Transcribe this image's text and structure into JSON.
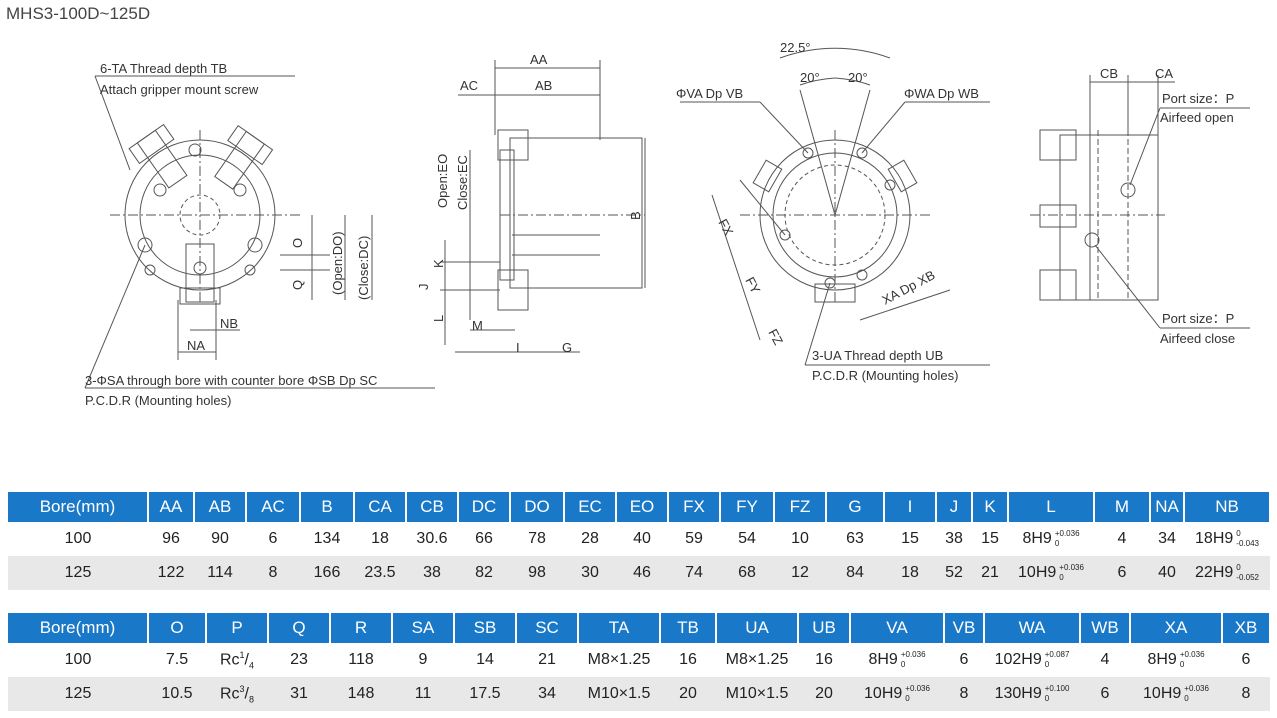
{
  "title": "MHS3-100D~125D",
  "drawing": {
    "front_view": {
      "label_ta": "6-TA Thread depth TB",
      "label_attach": "Attach gripper mount screw",
      "label_sa": "3-ΦSA through bore with counter bore ΦSB Dp SC",
      "label_pcdr": "P.C.D.R (Mounting holes)",
      "dim_o": "O",
      "dim_q": "Q",
      "dim_do": "(Open:DO)",
      "dim_dc": "(Close:DC)",
      "dim_nb": "NB",
      "dim_na": "NA"
    },
    "side_view": {
      "dim_aa": "AA",
      "dim_ab": "AB",
      "dim_ac": "AC",
      "dim_eo": "Open:EO",
      "dim_ec": "Close:EC",
      "dim_b": "B",
      "dim_k": "K",
      "dim_j": "J",
      "dim_l": "L",
      "dim_m": "M",
      "dim_i": "I",
      "dim_g": "G"
    },
    "rear_view": {
      "dim_225": "22.5°",
      "dim_20a": "20°",
      "dim_20b": "20°",
      "label_va": "ΦVA Dp VB",
      "label_wa": "ΦWA Dp WB",
      "dim_fx": "FX",
      "dim_fy": "FY",
      "dim_fz": "FZ",
      "label_xa": "XA Dp XB",
      "label_ua": "3-UA Thread depth UB",
      "label_pcdr": "P.C.D.R (Mounting holes)"
    },
    "port_view": {
      "dim_cb": "CB",
      "dim_ca": "CA",
      "port_open_1": "Port size：P",
      "port_open_2": "Airfeed open",
      "port_close_1": "Port size：P",
      "port_close_2": "Airfeed close"
    }
  },
  "table1": {
    "headers": [
      "Bore(mm)",
      "AA",
      "AB",
      "AC",
      "B",
      "CA",
      "CB",
      "DC",
      "DO",
      "EC",
      "EO",
      "FX",
      "FY",
      "FZ",
      "G",
      "I",
      "J",
      "K",
      "L",
      "M",
      "NA",
      "NB"
    ],
    "rows": [
      {
        "bore": "100",
        "aa": "96",
        "ab": "90",
        "ac": "6",
        "b": "134",
        "ca": "18",
        "cb": "30.6",
        "dc": "66",
        "do": "78",
        "ec": "28",
        "eo": "40",
        "fx": "59",
        "fy": "54",
        "fz": "10",
        "g": "63",
        "i": "15",
        "j": "38",
        "k": "15",
        "l": "8H9",
        "l_up": "+0.036",
        "l_lo": "0",
        "m": "4",
        "na": "34",
        "nb": "18H9",
        "nb_up": "0",
        "nb_lo": "-0.043"
      },
      {
        "bore": "125",
        "aa": "122",
        "ab": "114",
        "ac": "8",
        "b": "166",
        "ca": "23.5",
        "cb": "38",
        "dc": "82",
        "do": "98",
        "ec": "30",
        "eo": "46",
        "fx": "74",
        "fy": "68",
        "fz": "12",
        "g": "84",
        "i": "18",
        "j": "52",
        "k": "21",
        "l": "10H9",
        "l_up": "+0.036",
        "l_lo": "0",
        "m": "6",
        "na": "40",
        "nb": "22H9",
        "nb_up": "0",
        "nb_lo": "-0.052"
      }
    ]
  },
  "table2": {
    "headers": [
      "Bore(mm)",
      "O",
      "P",
      "Q",
      "R",
      "SA",
      "SB",
      "SC",
      "TA",
      "TB",
      "UA",
      "UB",
      "VA",
      "VB",
      "WA",
      "WB",
      "XA",
      "XB"
    ],
    "rows": [
      {
        "bore": "100",
        "o": "7.5",
        "p": "Rc",
        "p_num": "1",
        "p_den": "4",
        "q": "23",
        "r": "118",
        "sa": "9",
        "sb": "14",
        "sc": "21",
        "ta": "M8×1.25",
        "tb": "16",
        "ua": "M8×1.25",
        "ub": "16",
        "va": "8H9",
        "va_up": "+0.036",
        "va_lo": "0",
        "vb": "6",
        "wa": "102H9",
        "wa_up": "+0.087",
        "wa_lo": "0",
        "wb": "4",
        "xa": "8H9",
        "xa_up": "+0.036",
        "xa_lo": "0",
        "xb": "6"
      },
      {
        "bore": "125",
        "o": "10.5",
        "p": "Rc",
        "p_num": "3",
        "p_den": "8",
        "q": "31",
        "r": "148",
        "sa": "11",
        "sb": "17.5",
        "sc": "34",
        "ta": "M10×1.5",
        "tb": "20",
        "ua": "M10×1.5",
        "ub": "20",
        "va": "10H9",
        "va_up": "+0.036",
        "va_lo": "0",
        "vb": "8",
        "wa": "130H9",
        "wa_up": "+0.100",
        "wa_lo": "0",
        "wb": "6",
        "xa": "10H9",
        "xa_up": "+0.036",
        "xa_lo": "0",
        "xb": "8"
      }
    ]
  }
}
